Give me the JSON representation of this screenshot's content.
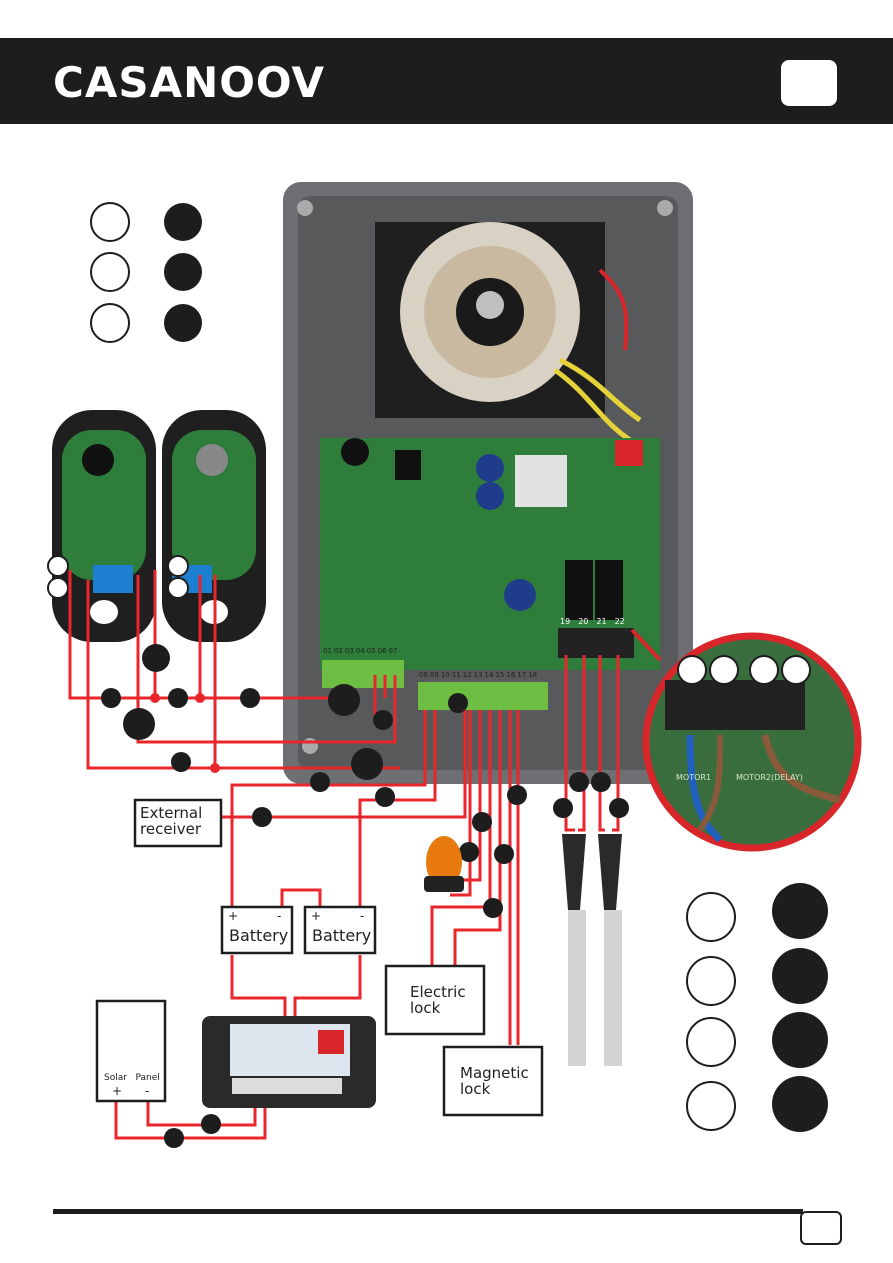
{
  "header": {
    "brand": "CASANOOV"
  },
  "components": {
    "external_receiver": [
      "External",
      "receiver"
    ],
    "battery_1": {
      "plus": "+",
      "minus": "-",
      "label": "Battery"
    },
    "battery_2": {
      "plus": "+",
      "minus": "-",
      "label": "Battery"
    },
    "electric_lock": [
      "Electric",
      "lock"
    ],
    "magnetic_lock": [
      "Magnetic",
      "lock"
    ],
    "solar_panel": {
      "label": "Solar   Panel",
      "plus": "+",
      "minus": "-"
    }
  },
  "board": {
    "terminals_left": [
      "01",
      "02",
      "03",
      "04",
      "05",
      "06",
      "07"
    ],
    "terminals_mid": [
      "08",
      "09",
      "10",
      "11",
      "12",
      "13",
      "14",
      "15",
      "16",
      "17",
      "18"
    ],
    "terminals_motor": [
      "19",
      "20",
      "21",
      "22"
    ],
    "motor_labels": [
      "MOTOR1",
      "MOTOR2(DELAY)"
    ]
  },
  "colors": {
    "wire": "#e8262b",
    "dark": "#1d1d1d",
    "pcb": "#2f7d3b",
    "enclosure": "#6d6f72"
  }
}
